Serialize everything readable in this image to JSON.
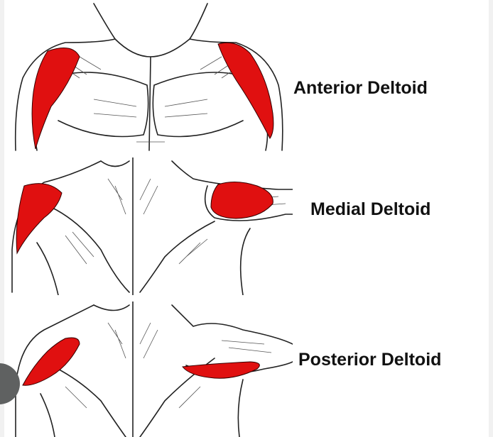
{
  "labels": {
    "anterior": "Anterior Deltoid",
    "medial": "Medial Deltoid",
    "posterior": "Posterior Deltoid"
  },
  "colors": {
    "muscle": "#e01010",
    "nav_button": "#5f6161"
  },
  "icons": {
    "nav": "carousel-previous-button"
  }
}
